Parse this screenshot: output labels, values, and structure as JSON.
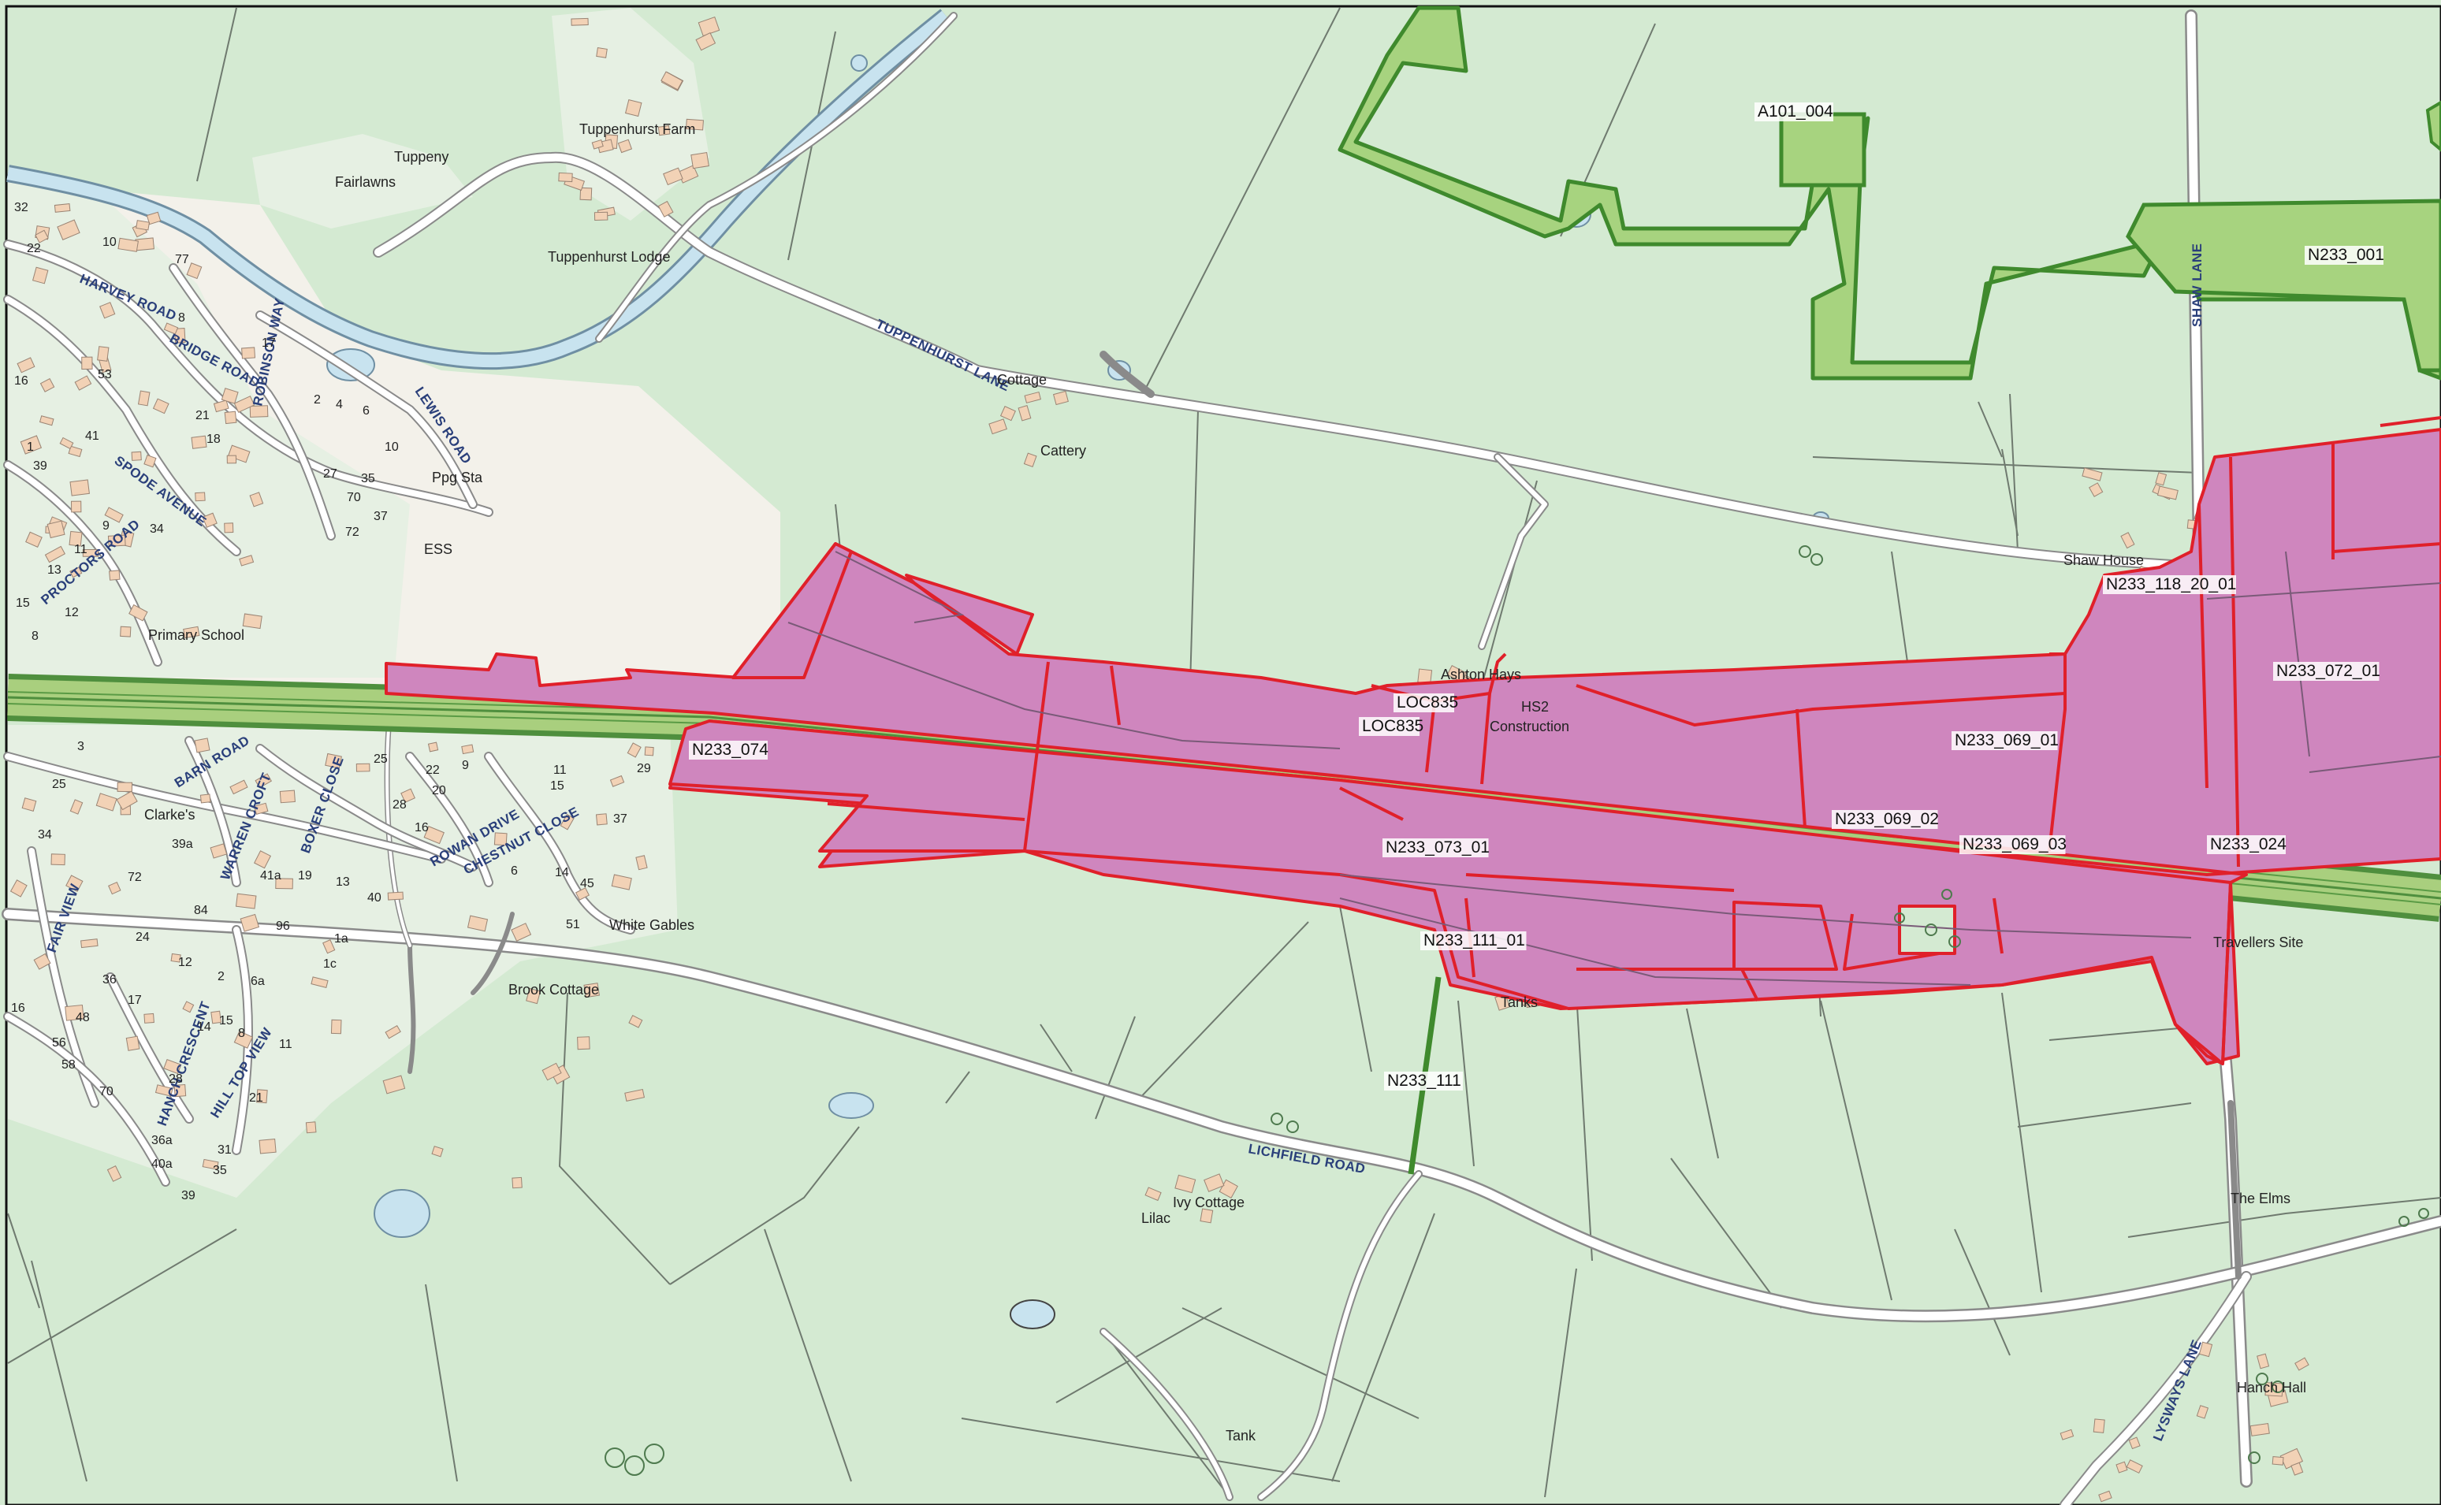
{
  "colors": {
    "background": "#d4ead2",
    "urban": "#f3f1ea",
    "urban_plots": "#e6f0e3",
    "building": "#f2d2b6",
    "water": "#c8e3ef",
    "road_fill": "#ffffff",
    "road_edge": "#8a8a8a",
    "field_line": "#6f7a6f",
    "railway_green": "#4f8f3e",
    "railway_light": "#a9cf7e",
    "parcel_pink": "#cf86be",
    "parcel_red": "#e0202a",
    "green_area": "#a7d37f",
    "green_edge": "#3f8a2d"
  },
  "parcels": {
    "n233_074": "N233_074",
    "loc835_a": "LOC835",
    "loc835_b": "LOC835",
    "n233_073_01": "N233_073_01",
    "n233_111_01": "N233_111_01",
    "n233_111": "N233_111",
    "n233_069_01": "N233_069_01",
    "n233_069_02": "N233_069_02",
    "n233_069_03": "N233_069_03",
    "n233_024": "N233_024",
    "n233_072_01": "N233_072_01",
    "n233_118_20_01": "N233_118_20_01",
    "n233_001": "N233_001",
    "a101_004": "A101_004"
  },
  "roads": {
    "tuppenhurst_lane": "TUPPENHURST LANE",
    "lichfield_road": "LICHFIELD ROAD",
    "shaw_lane": "SHAW LANE",
    "lysways_lane": "LYSWAYS LANE",
    "harvey_road": "HARVEY ROAD",
    "bridge_road": "BRIDGE ROAD",
    "robinson_way": "ROBINSON WAY",
    "lewis_road": "LEWIS ROAD",
    "spode_avenue": "SPODE AVENUE",
    "proctors_road": "PROCTORS ROAD",
    "barn_road": "BARN ROAD",
    "warren_croft": "WARREN CROFT",
    "boxer_close": "BOXER CLOSE",
    "chestnut_close": "CHESTNUT CLOSE",
    "rowan_drive": "ROWAN DRIVE",
    "fair_view": "FAIR VIEW",
    "hill_top_view": "HILL TOP VIEW",
    "hanch_crescent": "HANCH CRESCENT"
  },
  "places": {
    "tuppenhurst_farm": "Tuppenhurst Farm",
    "tuppeny": "Tuppeny",
    "fairlawns": "Fairlawns",
    "tuppenhurst_lodge": "Tuppenhurst Lodge",
    "cottage": "Cottage",
    "cattery": "Cattery",
    "pg_sta": "Ppg Sta",
    "ess": "ESS",
    "primary_school": "Primary School",
    "ashton_hays": "Ashton Hays",
    "hs2": "HS2",
    "construction": "Construction",
    "shaw_house": "Shaw House",
    "white_gables": "White Gables",
    "brook_cottage": "Brook Cottage",
    "tanks": "Tanks",
    "ivy_cottage": "Ivy Cottage",
    "lilac": "Lilac",
    "tank": "Tank",
    "the_elms": "The Elms",
    "hanch_hall": "Hanch Hall",
    "travellers_site": "Travellers Site",
    "clarkes": "Clarke's"
  },
  "house_numbers": {
    "n32": "32",
    "n22": "22",
    "n10": "10",
    "n77": "77",
    "n8": "8",
    "n17": "17",
    "n16": "16",
    "n53": "53",
    "n21": "21",
    "n41": "41",
    "n18": "18",
    "n1": "1",
    "n39": "39",
    "n2": "2",
    "n4": "4",
    "n6": "6",
    "n10b": "10",
    "n27": "27",
    "n35": "35",
    "n70": "70",
    "n72": "72",
    "n37": "37",
    "n34": "34",
    "n9": "9",
    "n11": "11",
    "n13": "13",
    "n15": "15",
    "n12": "12",
    "n8b": "8",
    "n3": "3",
    "n25": "25",
    "n25b": "25",
    "n22b": "22",
    "n9b": "9",
    "n20": "20",
    "n28": "28",
    "n16b": "16",
    "n11b": "11",
    "n15b": "15",
    "n29": "29",
    "n37b": "37",
    "n34b": "34",
    "n39a": "39a",
    "n41a": "41a",
    "n19": "19",
    "n13b": "13",
    "n40": "40",
    "n6b": "6",
    "n14": "14",
    "n45": "45",
    "n51": "51",
    "n72b": "72",
    "n84": "84",
    "n96": "96",
    "n24": "24",
    "n12b": "12",
    "n2b": "2",
    "n6a": "6a",
    "n1a": "1a",
    "n1c": "1c",
    "n36": "36",
    "n17b": "17",
    "n16c": "16",
    "n48": "48",
    "n14b": "14",
    "n15c": "15",
    "n8c": "8",
    "n56": "56",
    "n58": "58",
    "n70b": "70",
    "n28b": "28",
    "n11c": "11",
    "n21b": "21",
    "n36a": "36a",
    "n40a": "40a",
    "n31": "31",
    "n35b": "35",
    "n39b": "39"
  }
}
